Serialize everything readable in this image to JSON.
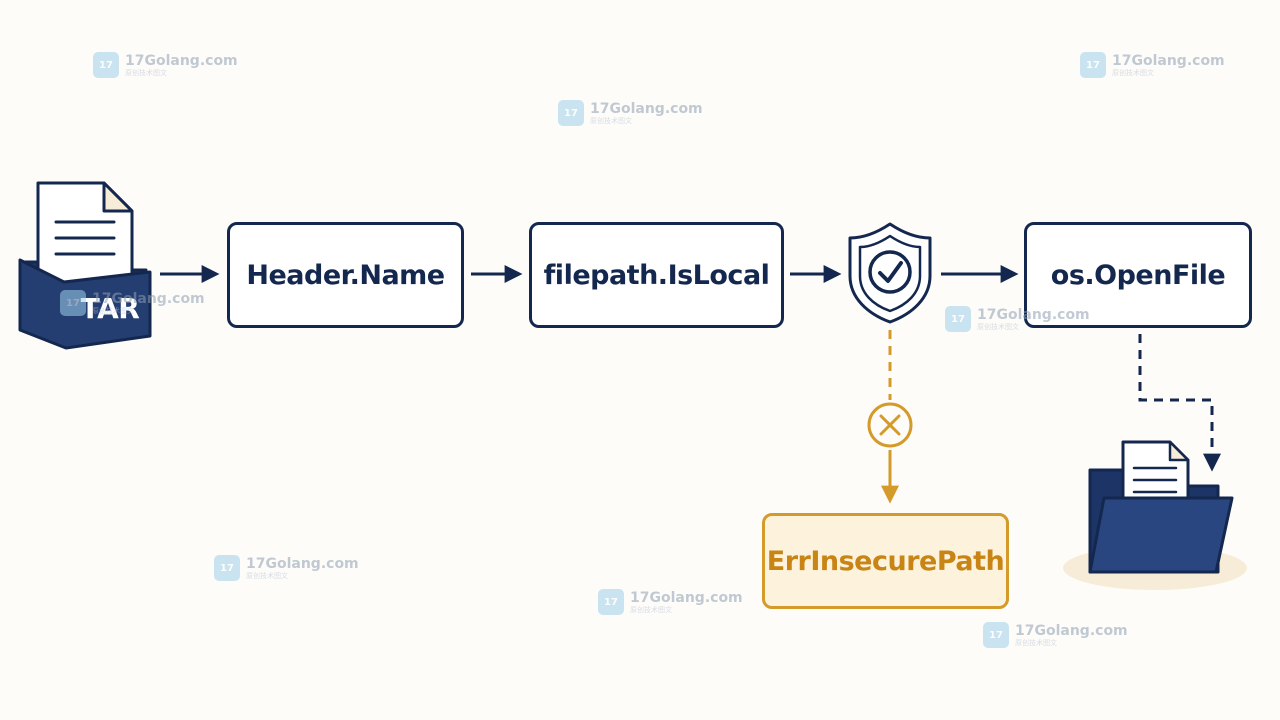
{
  "nodes": {
    "tar": "TAR",
    "header_name": "Header.Name",
    "filepath_islocal": "filepath.IsLocal",
    "os_openfile": "os.OpenFile",
    "err_insecure_path": "ErrInsecurePath"
  },
  "watermark": {
    "domain": "17Golang.com",
    "sub": "原创技术图文"
  },
  "colors": {
    "primary": "#14284f",
    "error": "#d49a2a",
    "error_fill": "#fdf3dc",
    "error_text": "#c88414",
    "background": "#fdfcf9",
    "folder_shadow": "#f7ecd7"
  },
  "icons": {
    "tar_archive": "tar-archive-icon",
    "shield_check": "shield-check-icon",
    "reject": "circle-x-icon",
    "output_folder": "folder-document-icon"
  }
}
